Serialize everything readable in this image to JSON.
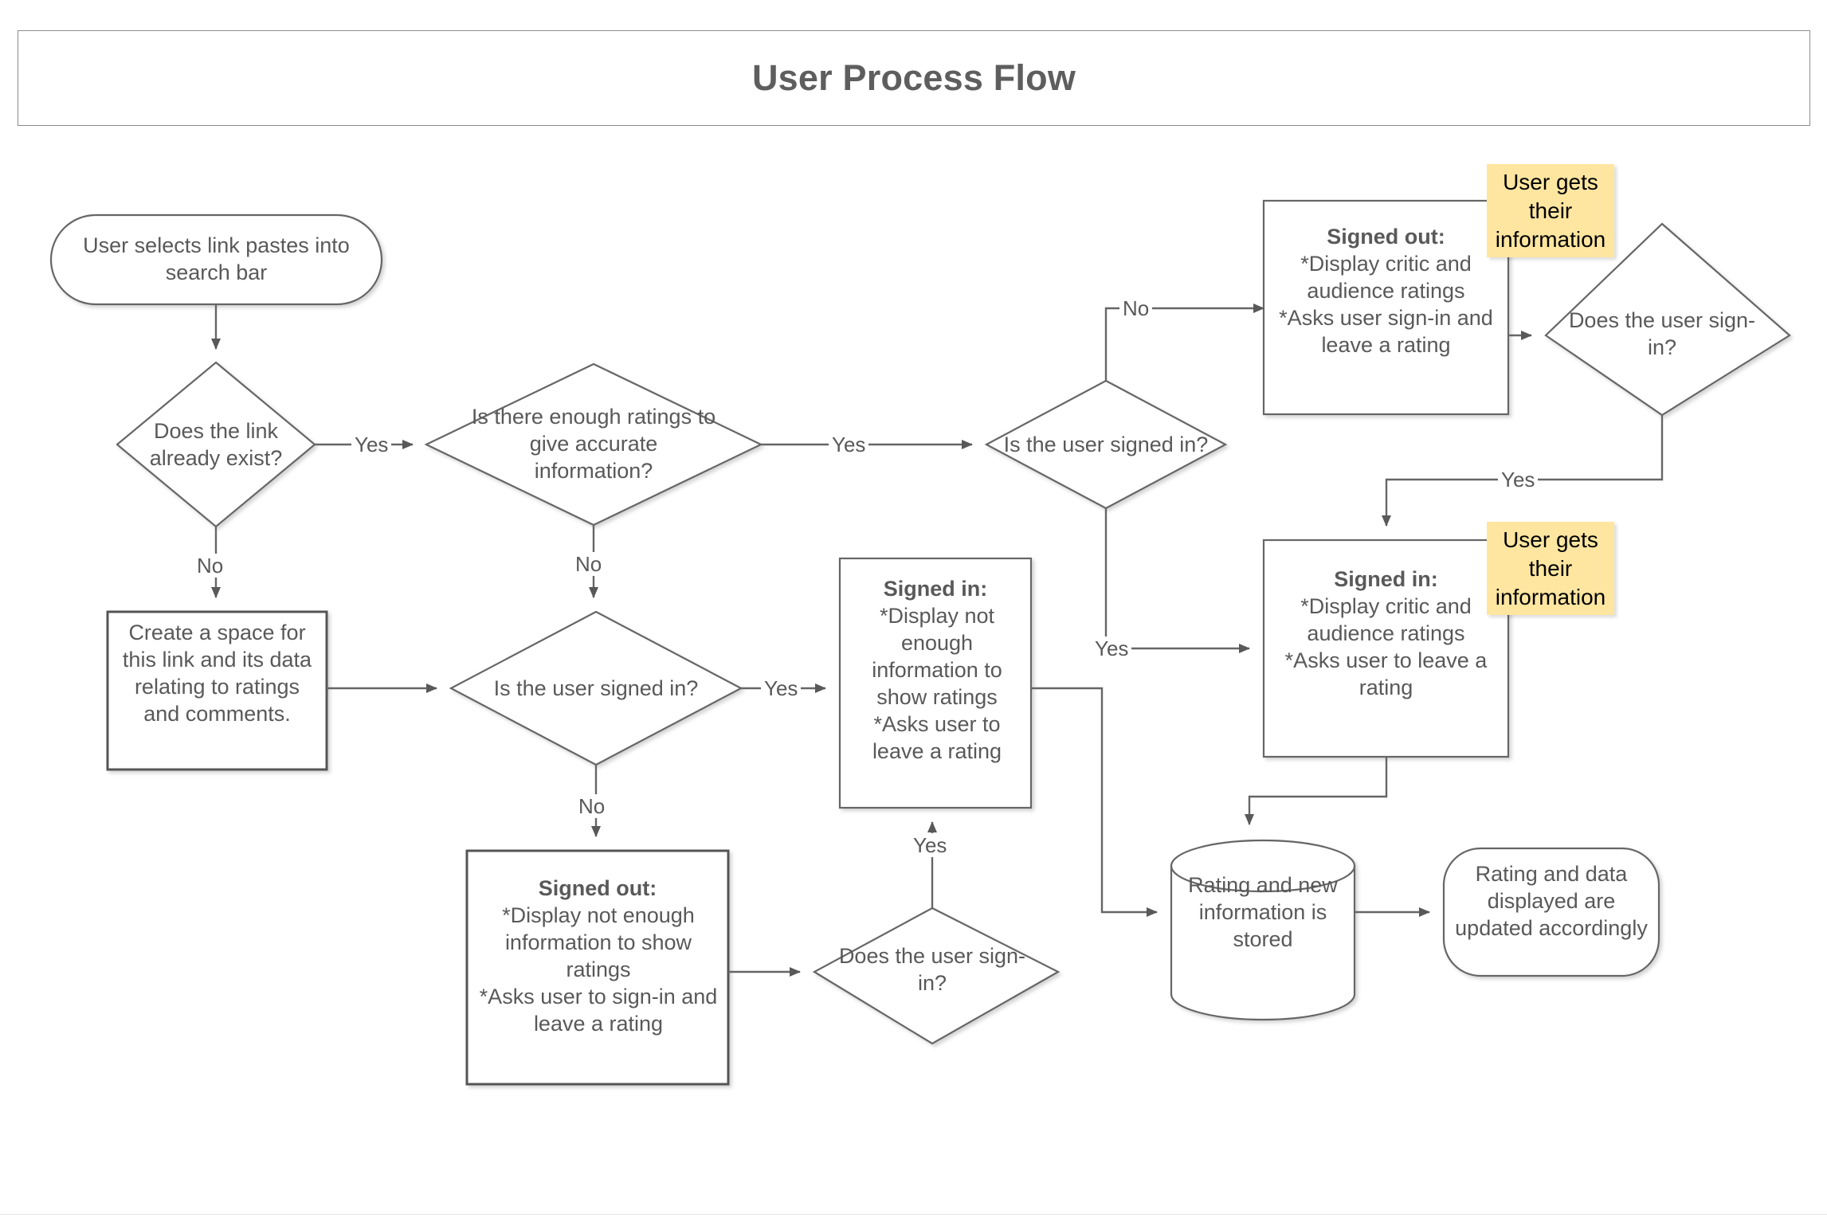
{
  "page": {
    "title": "User Process Flow",
    "background_color": "#ffffff",
    "shape_stroke_color": "#666666",
    "text_color": "#595959",
    "sticky_color": "#ffe6a0"
  },
  "nodes": {
    "start": {
      "type": "terminator",
      "label": "User selects link pastes into search bar"
    },
    "link_exists": {
      "type": "decision",
      "label": "Does the link already exist?"
    },
    "create_space": {
      "type": "process",
      "label": "Create a space for this link and its data relating to ratings and comments."
    },
    "enough_ratings": {
      "type": "decision",
      "label": "Is there enough ratings to give accurate information?"
    },
    "signed_in_top": {
      "type": "decision",
      "label": "Is the user signed in?"
    },
    "signed_in_mid": {
      "type": "decision",
      "label": "Is the user signed in?"
    },
    "signed_out_top": {
      "type": "process",
      "heading": "Signed out:",
      "lines": [
        "*Display critic and audience ratings",
        "*Asks user sign-in and leave a rating"
      ]
    },
    "does_user_signin_top": {
      "type": "decision",
      "label": "Does the user sign-in?"
    },
    "signed_in_right": {
      "type": "process",
      "heading": "Signed in:",
      "lines": [
        "*Display critic and audience ratings",
        "*Asks user to leave a rating"
      ]
    },
    "signed_in_center": {
      "type": "process",
      "heading": "Signed in:",
      "lines": [
        "*Display not enough information to show ratings",
        "*Asks user to leave a rating"
      ]
    },
    "signed_out_bottom": {
      "type": "process",
      "heading": "Signed out:",
      "lines": [
        "*Display not enough information to show ratings",
        "*Asks user to sign-in and leave a rating"
      ]
    },
    "does_user_signin_bottom": {
      "type": "decision",
      "label": "Does the user sign-in?"
    },
    "database": {
      "type": "datastore",
      "label": "Rating and new information is stored"
    },
    "end": {
      "type": "terminator",
      "label": "Rating and data displayed are updated accordingly"
    }
  },
  "stickies": [
    {
      "id": "sticky-top",
      "text": "User gets their information"
    },
    {
      "id": "sticky-right",
      "text": "User gets their information"
    }
  ],
  "edge_labels": {
    "link_exists_yes": "Yes",
    "link_exists_no": "No",
    "enough_ratings_yes": "Yes",
    "enough_ratings_no": "No",
    "signed_in_top_no": "No",
    "signed_in_top_yes": "Yes",
    "signed_in_mid_yes": "Yes",
    "signed_in_mid_no": "No",
    "does_user_signin_top_yes": "Yes",
    "does_user_signin_bottom_yes": "Yes"
  }
}
